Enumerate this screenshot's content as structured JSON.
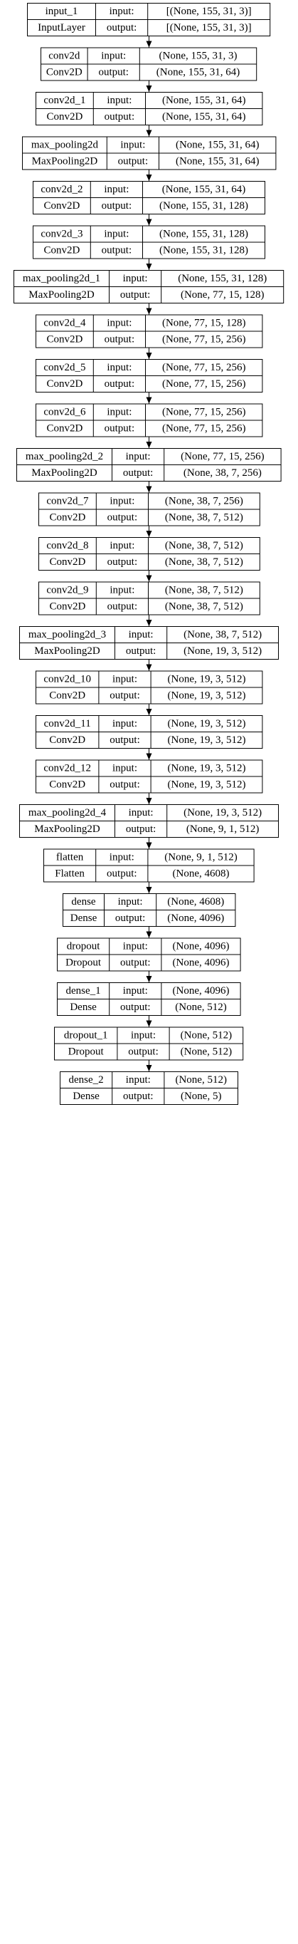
{
  "layers": [
    {
      "name": "input_1",
      "type": "InputLayer",
      "input": "[(None, 155, 31, 3)]",
      "output": "[(None, 155, 31, 3)]"
    },
    {
      "name": "conv2d",
      "type": "Conv2D",
      "input": "(None, 155, 31, 3)",
      "output": "(None, 155, 31, 64)"
    },
    {
      "name": "conv2d_1",
      "type": "Conv2D",
      "input": "(None, 155, 31, 64)",
      "output": "(None, 155, 31, 64)"
    },
    {
      "name": "max_pooling2d",
      "type": "MaxPooling2D",
      "input": "(None, 155, 31, 64)",
      "output": "(None, 155, 31, 64)"
    },
    {
      "name": "conv2d_2",
      "type": "Conv2D",
      "input": "(None, 155, 31, 64)",
      "output": "(None, 155, 31, 128)"
    },
    {
      "name": "conv2d_3",
      "type": "Conv2D",
      "input": "(None, 155, 31, 128)",
      "output": "(None, 155, 31, 128)"
    },
    {
      "name": "max_pooling2d_1",
      "type": "MaxPooling2D",
      "input": "(None, 155, 31, 128)",
      "output": "(None, 77, 15, 128)"
    },
    {
      "name": "conv2d_4",
      "type": "Conv2D",
      "input": "(None, 77, 15, 128)",
      "output": "(None, 77, 15, 256)"
    },
    {
      "name": "conv2d_5",
      "type": "Conv2D",
      "input": "(None, 77, 15, 256)",
      "output": "(None, 77, 15, 256)"
    },
    {
      "name": "conv2d_6",
      "type": "Conv2D",
      "input": "(None, 77, 15, 256)",
      "output": "(None, 77, 15, 256)"
    },
    {
      "name": "max_pooling2d_2",
      "type": "MaxPooling2D",
      "input": "(None, 77, 15, 256)",
      "output": "(None, 38, 7, 256)"
    },
    {
      "name": "conv2d_7",
      "type": "Conv2D",
      "input": "(None, 38, 7, 256)",
      "output": "(None, 38, 7, 512)"
    },
    {
      "name": "conv2d_8",
      "type": "Conv2D",
      "input": "(None, 38, 7, 512)",
      "output": "(None, 38, 7, 512)"
    },
    {
      "name": "conv2d_9",
      "type": "Conv2D",
      "input": "(None, 38, 7, 512)",
      "output": "(None, 38, 7, 512)"
    },
    {
      "name": "max_pooling2d_3",
      "type": "MaxPooling2D",
      "input": "(None, 38, 7, 512)",
      "output": "(None, 19, 3, 512)"
    },
    {
      "name": "conv2d_10",
      "type": "Conv2D",
      "input": "(None, 19, 3, 512)",
      "output": "(None, 19, 3, 512)"
    },
    {
      "name": "conv2d_11",
      "type": "Conv2D",
      "input": "(None, 19, 3, 512)",
      "output": "(None, 19, 3, 512)"
    },
    {
      "name": "conv2d_12",
      "type": "Conv2D",
      "input": "(None, 19, 3, 512)",
      "output": "(None, 19, 3, 512)"
    },
    {
      "name": "max_pooling2d_4",
      "type": "MaxPooling2D",
      "input": "(None, 19, 3, 512)",
      "output": "(None, 9, 1, 512)"
    },
    {
      "name": "flatten",
      "type": "Flatten",
      "input": "(None, 9, 1, 512)",
      "output": "(None, 4608)"
    },
    {
      "name": "dense",
      "type": "Dense",
      "input": "(None, 4608)",
      "output": "(None, 4096)"
    },
    {
      "name": "dropout",
      "type": "Dropout",
      "input": "(None, 4096)",
      "output": "(None, 4096)"
    },
    {
      "name": "dense_1",
      "type": "Dense",
      "input": "(None, 4096)",
      "output": "(None, 512)"
    },
    {
      "name": "dropout_1",
      "type": "Dropout",
      "input": "(None, 512)",
      "output": "(None, 512)"
    },
    {
      "name": "dense_2",
      "type": "Dense",
      "input": "(None, 512)",
      "output": "(None, 5)"
    }
  ],
  "labels": {
    "input": "input:",
    "output": "output:"
  }
}
